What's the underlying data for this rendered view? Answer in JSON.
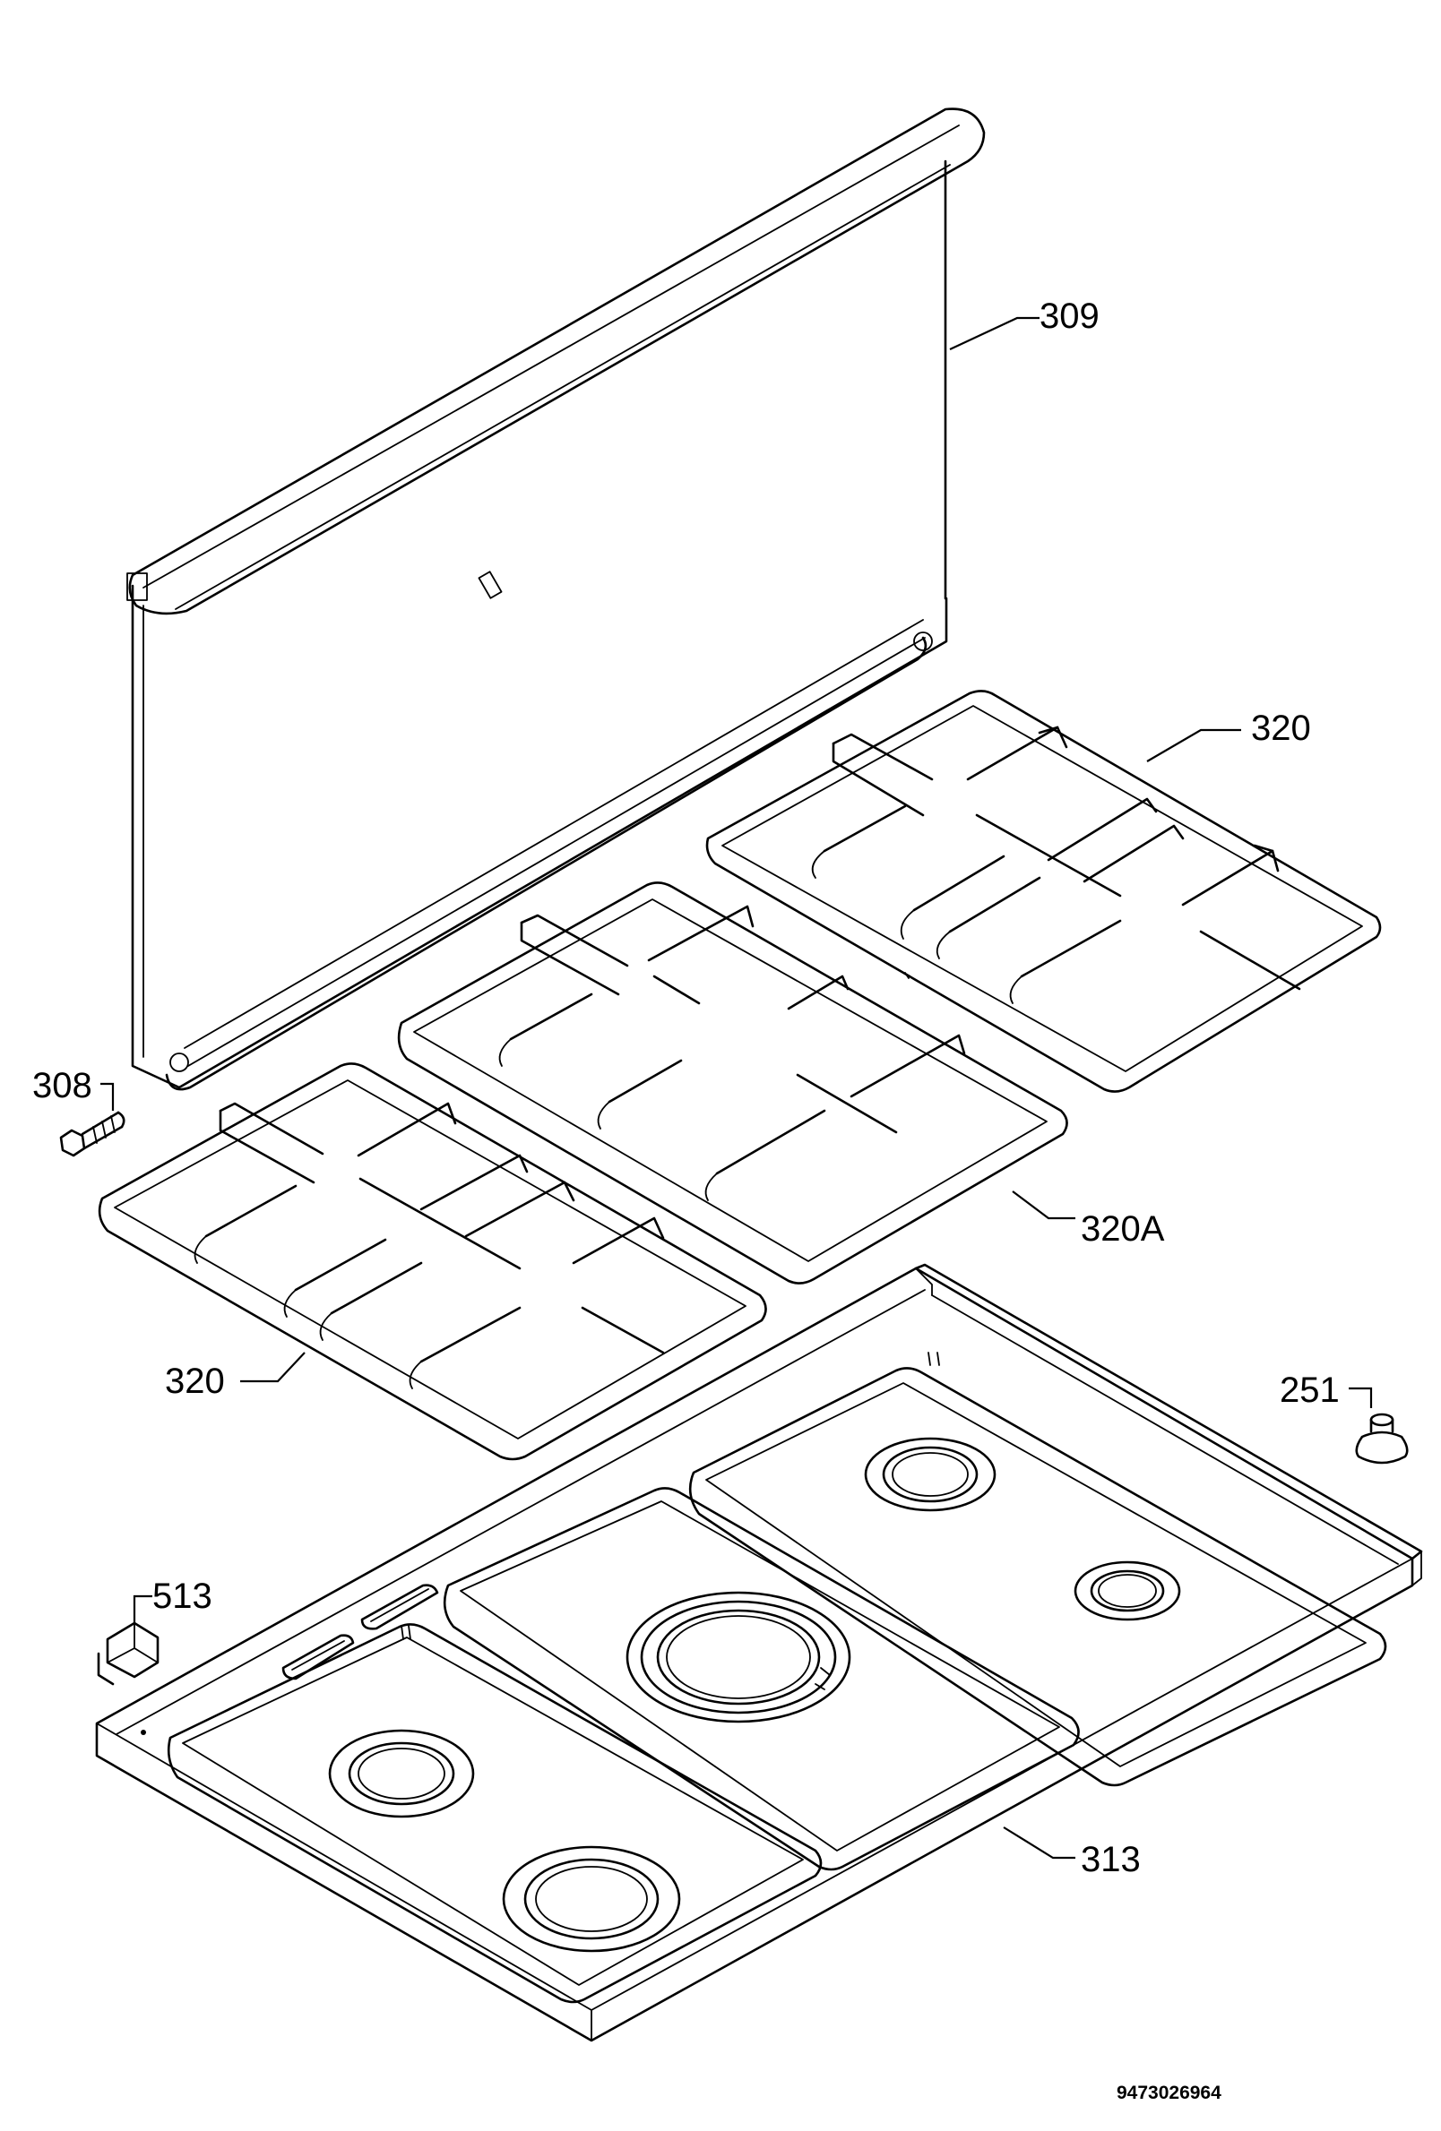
{
  "callouts": {
    "glass_lid": "309",
    "grid_right": "320",
    "hinge_screw": "308",
    "grid_middle": "320A",
    "grid_left": "320",
    "knob_cap": "251",
    "connector": "513",
    "hob_top": "313"
  },
  "document_number": "9473026964"
}
